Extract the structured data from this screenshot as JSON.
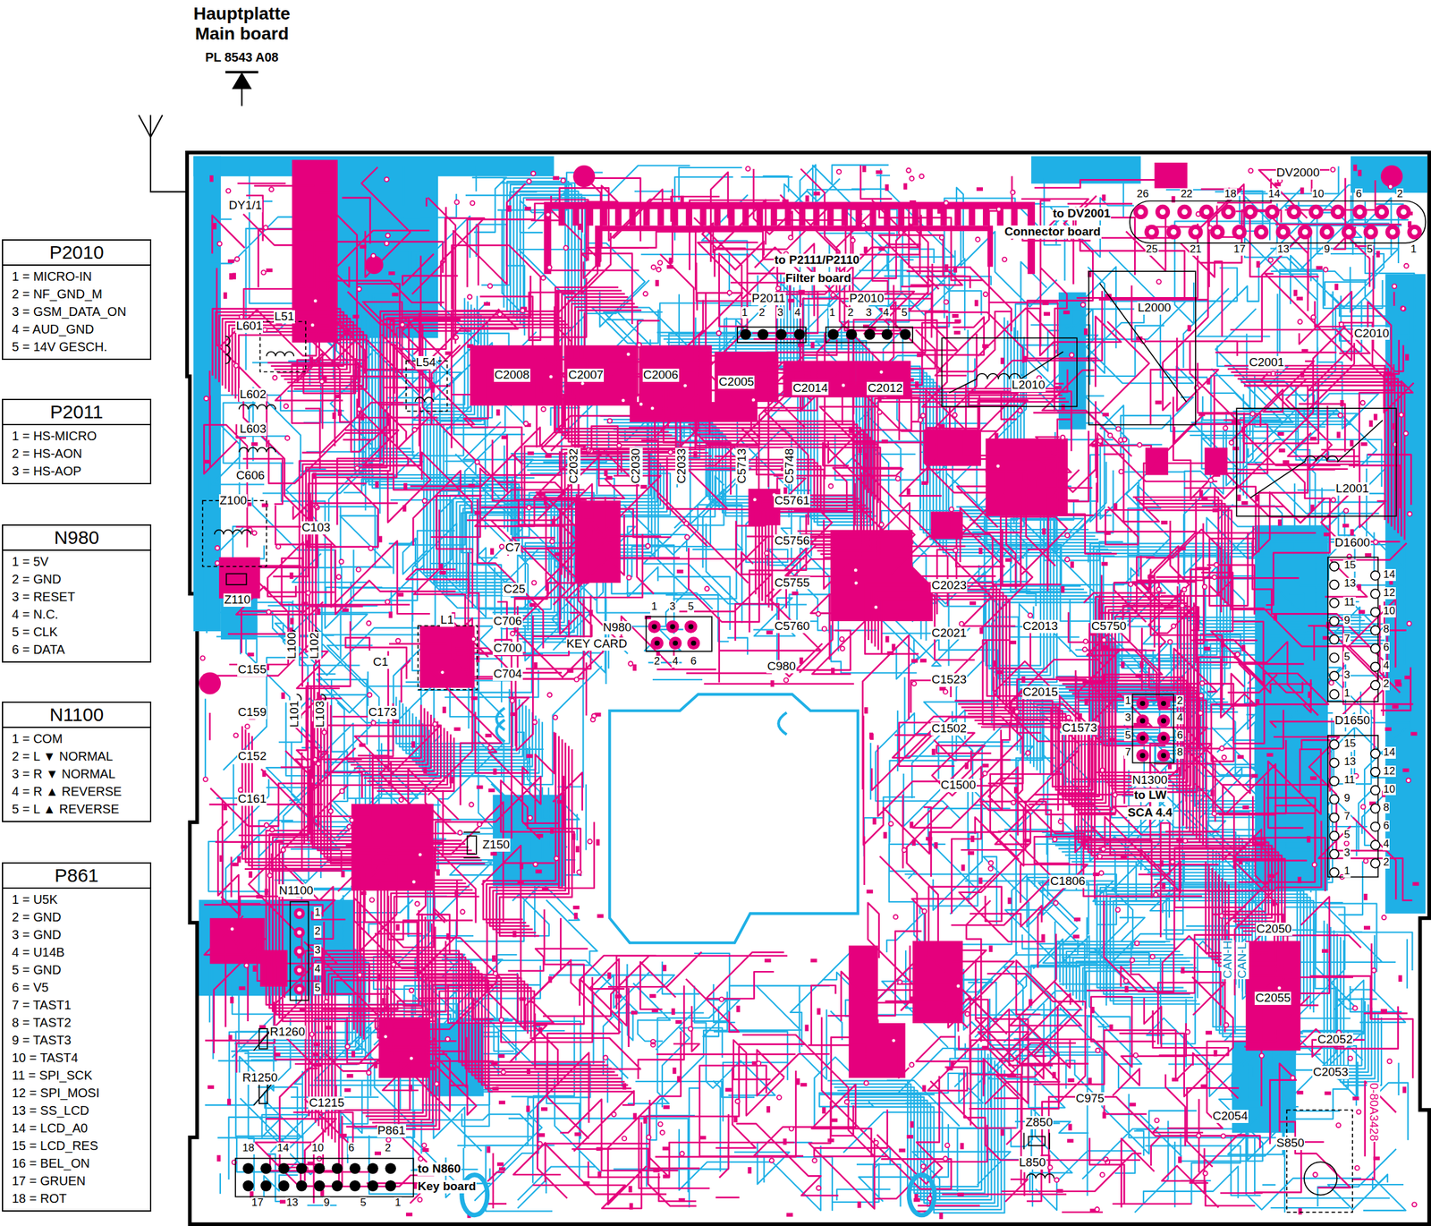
{
  "diagram": {
    "title": "Hauptplatte Main board",
    "nodes": [
      {
        "text": [
          "P2010",
          "1 = MICRO-IN",
          "2 = NF_GND_M",
          "3 = GSM_DATA_ON",
          "4 = AUD_GND",
          "5 = 14V GESCH."
        ]
      },
      {
        "text": [
          "P2011",
          "1 = HS-MICRO",
          "2 = HS-AON",
          "3 = HS-AOP"
        ]
      },
      {
        "text": [
          "N980",
          "1 = 5V",
          "2 = GND",
          "3 = RESET",
          "4 = N.C.",
          "5 = CLK",
          "6 = DATA"
        ]
      },
      {
        "text": [
          "N1100",
          "1 = COM",
          "2 = L ▼ NORMAL",
          "3 = R ▼ NORMAL",
          "4 = R ▲ REVERSE",
          "5 = L ▲ REVERSE"
        ]
      },
      {
        "text": [
          "P861",
          "1 = U5K",
          "2 = GND",
          "3 = GND",
          "4 = U14B",
          "5 = GND",
          "6 = V5",
          "7 = TAST1",
          "8 = TAST2",
          "9 = TAST3",
          "10 = TAST4",
          "11 = SPI_SCK",
          "12 = SPI_MOSI",
          "13 = SS_LCD",
          "14 = LCD_A0",
          "15 = LCD_RES",
          "16 = BEL_ON",
          "17 = GRUEN",
          "18 = ROT"
        ]
      }
    ],
    "labels": [
      "PL 8543 A08",
      "DY1/1",
      "L601",
      "L51",
      "L54",
      "L602",
      "L603",
      "C606",
      "Z100",
      "C103",
      "Z110",
      "L100",
      "L102",
      "L1",
      "C1",
      "C7",
      "C25",
      "C706",
      "C700",
      "C704",
      "C155",
      "L101",
      "L103",
      "C173",
      "C159",
      "C152",
      "C161",
      "Z150",
      "N1100",
      "1",
      "2",
      "3",
      "4",
      "5",
      "R1260",
      "R1250",
      "C1215",
      "P861",
      "18",
      "14",
      "10",
      "6",
      "2",
      "17",
      "13",
      "9",
      "5",
      "1",
      "to N860",
      "Key board",
      "C2008",
      "C2007",
      "C2006",
      "C2005",
      "C2014",
      "C2012",
      "to P2111/P2110",
      "Filter board",
      "P2011",
      "1",
      "2",
      "3",
      "4",
      "P2010",
      "1",
      "2",
      "3",
      "4",
      "5",
      "L2010",
      "DV2000",
      "26",
      "22",
      "18",
      "14",
      "10",
      "6",
      "2",
      "to DV2001",
      "Connector board",
      "25",
      "21",
      "17",
      "13",
      "9",
      "5",
      "1",
      "L2000",
      "C2010",
      "C2001",
      "L2001",
      "D1600",
      "15",
      "13",
      "11",
      "9",
      "7",
      "5",
      "3",
      "1",
      "14",
      "12",
      "10",
      "8",
      "6",
      "4",
      "2",
      "D1650",
      "15",
      "13",
      "11",
      "9",
      "7",
      "5",
      "3",
      "1",
      "14",
      "12",
      "10",
      "8",
      "6",
      "4",
      "2",
      "C2032",
      "C2030",
      "C2033",
      "C5713",
      "C5748",
      "C5761",
      "C5756",
      "C5755",
      "C5760",
      "N980",
      "KEY CARD",
      "1",
      "3",
      "5",
      "2",
      "4",
      "6",
      "C980",
      "C2023",
      "C2021",
      "C2013",
      "C5750",
      "C1523",
      "C2015",
      "C1573",
      "C1502",
      "C1500",
      "1",
      "3",
      "5",
      "7",
      "2",
      "4",
      "6",
      "8",
      "N1300",
      "to LW",
      "SCA 4.4",
      "C1806",
      "C2050",
      "CAN-H",
      "CAN-L",
      "C2055",
      "C2052",
      "C2053",
      "C975",
      "C2054",
      "Z850",
      "L850",
      "S850",
      "0-80A3428"
    ]
  }
}
